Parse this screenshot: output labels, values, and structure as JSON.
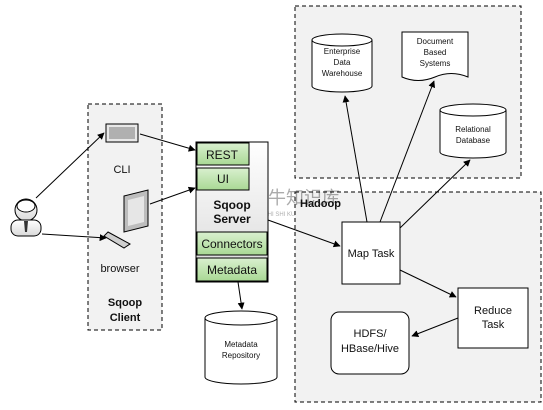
{
  "client_box": {
    "label_line1": "Sqoop",
    "label_line2": "Client"
  },
  "client_items": {
    "cli_label": "CLI",
    "browser_label": "browser"
  },
  "server": {
    "rest": "REST",
    "ui": "UI",
    "title_line1": "Sqoop",
    "title_line2": "Server",
    "connectors": "Connectors",
    "metadata": "Metadata"
  },
  "metadata_repo": {
    "line1": "Metadata",
    "line2": "Repository"
  },
  "hadoop": {
    "label": "Hadoop",
    "map_task": "Map Task",
    "reduce_line1": "Reduce",
    "reduce_line2": "Task",
    "hdfs_line1": "HDFS/",
    "hdfs_line2": "HBase/Hive"
  },
  "targets": {
    "edw_line1": "Enterprise",
    "edw_line2": "Data",
    "edw_line3": "Warehouse",
    "doc_line1": "Document",
    "doc_line2": "Based",
    "doc_line3": "Systems",
    "rel_line1": "Relational",
    "rel_line2": "Database"
  },
  "watermark": {
    "text": "小牛知识库",
    "subtext": "XIAO NIU ZHI SHI KU"
  },
  "colors": {
    "server_green": "#b8e0a6",
    "box_bg": "#f2f2f2",
    "line": "#000000"
  }
}
